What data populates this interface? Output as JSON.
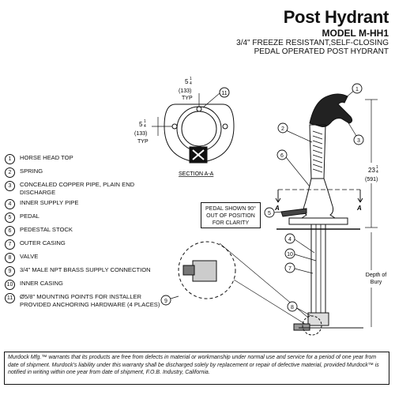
{
  "header": {
    "title": "Post Hydrant",
    "model": "MODEL M-HH1",
    "subtitle_line1": "3/4\" FREEZE RESISTANT,SELF-CLOSING",
    "subtitle_line2": "PEDAL OPERATED POST HYDRANT"
  },
  "legend": [
    {
      "num": "1",
      "text": "HORSE HEAD TOP"
    },
    {
      "num": "2",
      "text": "SPRING"
    },
    {
      "num": "3",
      "text": "CONCEALED COPPER PIPE, PLAIN END DISCHARGE"
    },
    {
      "num": "4",
      "text": "INNER SUPPLY PIPE"
    },
    {
      "num": "5",
      "text": "PEDAL"
    },
    {
      "num": "6",
      "text": "PEDESTAL STOCK"
    },
    {
      "num": "7",
      "text": "OUTER CASING"
    },
    {
      "num": "8",
      "text": "VALVE"
    },
    {
      "num": "9",
      "text": "3/4\" MALE NPT BRASS SUPPLY CONNECTION"
    },
    {
      "num": "10",
      "text": "INNER CASING"
    },
    {
      "num": "11",
      "text": "Ø5/8\" MOUNTING POINTS FOR INSTALLER PROVIDED ANCHORING HARDWARE (4 PLACES)"
    }
  ],
  "section": {
    "dim_top_whole": "5",
    "dim_top_frac_num": "1",
    "dim_top_frac_den": "4",
    "dim_top_mm": "(133)",
    "dim_top_typ": "TYP",
    "dim_left_whole": "5",
    "dim_left_frac_num": "1",
    "dim_left_frac_den": "4",
    "dim_left_mm": "(133)",
    "dim_left_typ": "TYP",
    "label": "SECTION A-A",
    "callout": "11"
  },
  "elevation": {
    "height_whole": "23",
    "height_frac_num": "1",
    "height_frac_den": "4",
    "height_mm": "(591)",
    "depth_label_1": "Depth of",
    "depth_label_2": "Bury",
    "section_mark_left": "A",
    "section_mark_right": "A",
    "callouts": [
      "1",
      "2",
      "3",
      "4",
      "5",
      "6",
      "7",
      "8",
      "9",
      "10"
    ]
  },
  "pedal_note": {
    "line1": "PEDAL SHOWN 90°",
    "line2": "OUT OF POSITION",
    "line3": "FOR CLARITY"
  },
  "footer": {
    "text": "Murdock Mfg.™ warrants that its products are free from defects in material or workmanship under normal use and service for a period of one year from date of shipment. Murdock's liability under this warranty shall be discharged solely by replacement or repair of defective material, provided Murdock™ is notified in writing within one year from date of shipment, F.O.B. Industry, California."
  }
}
